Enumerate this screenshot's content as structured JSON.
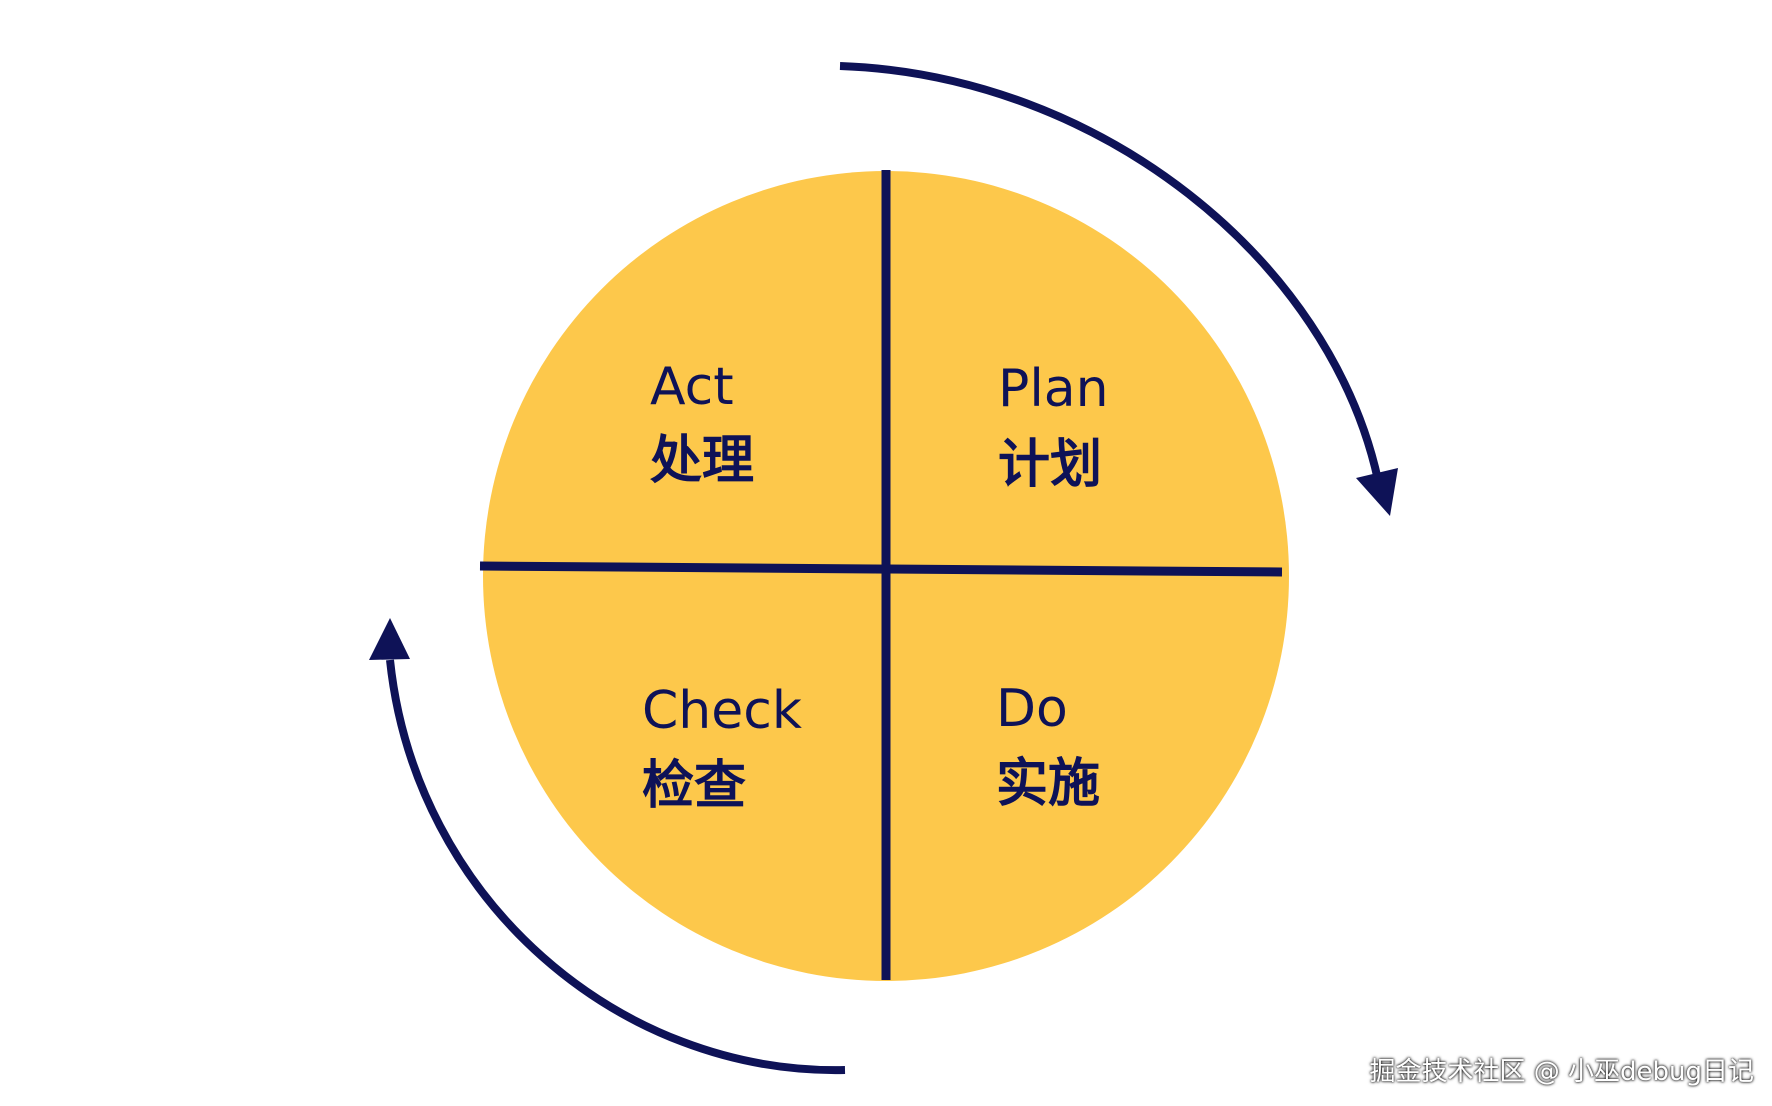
{
  "colors": {
    "circle_fill": "#FDC84B",
    "stroke": "#0E1257",
    "background": "#FFFFFF"
  },
  "quadrants": {
    "act": {
      "en": "Act",
      "cn": "处理"
    },
    "plan": {
      "en": "Plan",
      "cn": "计划"
    },
    "check": {
      "en": "Check",
      "cn": "检查"
    },
    "do": {
      "en": "Do",
      "cn": "实施"
    }
  },
  "watermark": "掘金技术社区 @ 小巫debug日记"
}
